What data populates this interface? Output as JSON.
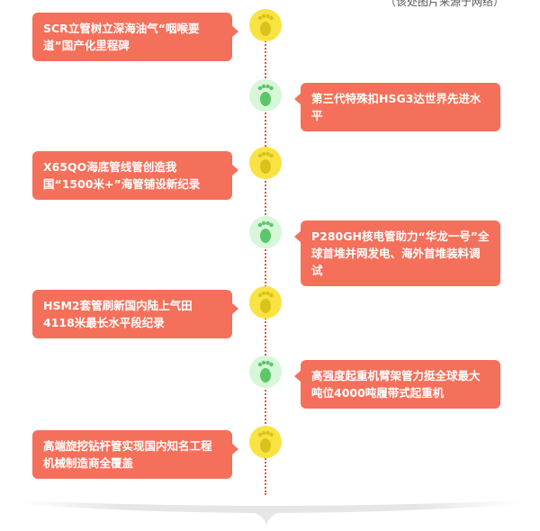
{
  "header": {
    "note": "（该处图片来源于网络）"
  },
  "timeline": {
    "items": [
      {
        "side": "left",
        "node": "yellow",
        "text": "SCR立管树立深海油气“咽喉要道”国产化里程碑"
      },
      {
        "side": "right",
        "node": "green",
        "text": "第三代特殊扣HSG3达世界先进水平"
      },
      {
        "side": "left",
        "node": "yellow",
        "text": "X65QO海底管线管创造我国“1500米+”海管铺设新纪录"
      },
      {
        "side": "right",
        "node": "green",
        "text": "P280GH核电管助力“华龙一号”全球首堆并网发电、海外首堆装料调试"
      },
      {
        "side": "left",
        "node": "yellow",
        "text": "HSM2套管刷新国内陆上气田4118米最长水平段纪录"
      },
      {
        "side": "right",
        "node": "green",
        "text": "高强度起重机臂架管力挺全球最大吨位4000吨履带式起重机"
      },
      {
        "side": "left",
        "node": "yellow",
        "text": "高端旋挖钻杆管实现国内知名工程机械制造商全覆盖"
      }
    ]
  },
  "colors": {
    "card": "#f5705a",
    "line": "#e8524a",
    "node_yellow": "#f9e343",
    "node_green": "#d8f6d8",
    "foot_yellow": "#d9c21a",
    "foot_green": "#5cc66a"
  },
  "icons": {
    "node_icon": "footprint-icon"
  }
}
